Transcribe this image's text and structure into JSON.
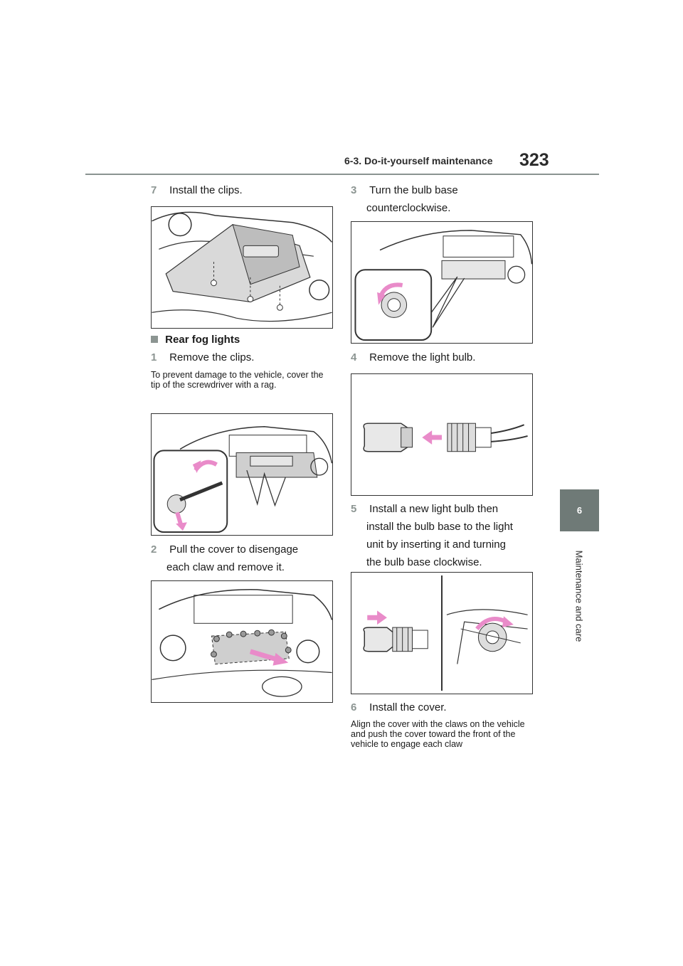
{
  "header": {
    "section": "6-3. Do-it-yourself maintenance",
    "page_number": "323"
  },
  "side_tab": {
    "number": "6",
    "label": "Maintenance and care"
  },
  "left_column": {
    "step7": {
      "num": "7",
      "text": "Install the clips."
    },
    "section_title": "Rear fog lights",
    "step1": {
      "num": "1",
      "text": "Remove the clips."
    },
    "note1": "To prevent damage to the vehicle, cover the tip of the screwdriver with a rag.",
    "step2": {
      "num": "2",
      "line1": "Pull the cover to disengage",
      "line2": "each claw and remove it."
    }
  },
  "right_column": {
    "step3": {
      "num": "3",
      "line1": "Turn the bulb base",
      "line2": "counterclockwise."
    },
    "step4": {
      "num": "4",
      "text": "Remove the light bulb."
    },
    "step5": {
      "num": "5",
      "line1": "Install a new light bulb then",
      "line2": "install the bulb base to the light",
      "line3": "unit by inserting it and turning",
      "line4": "the bulb base clockwise."
    },
    "step6": {
      "num": "6",
      "text": "Install the cover."
    },
    "note6": "Align the cover with the claws on the vehicle and push the cover toward the front of the vehicle to engage each claw"
  },
  "colors": {
    "step_number": "#8c9592",
    "side_tab": "#6f7a77",
    "header_rule": "#8a9491",
    "arrow_pink": "#e98bc9"
  },
  "icons": [
    "square-bullet-icon",
    "rotate-arrow-icon",
    "push-arrow-icon"
  ]
}
